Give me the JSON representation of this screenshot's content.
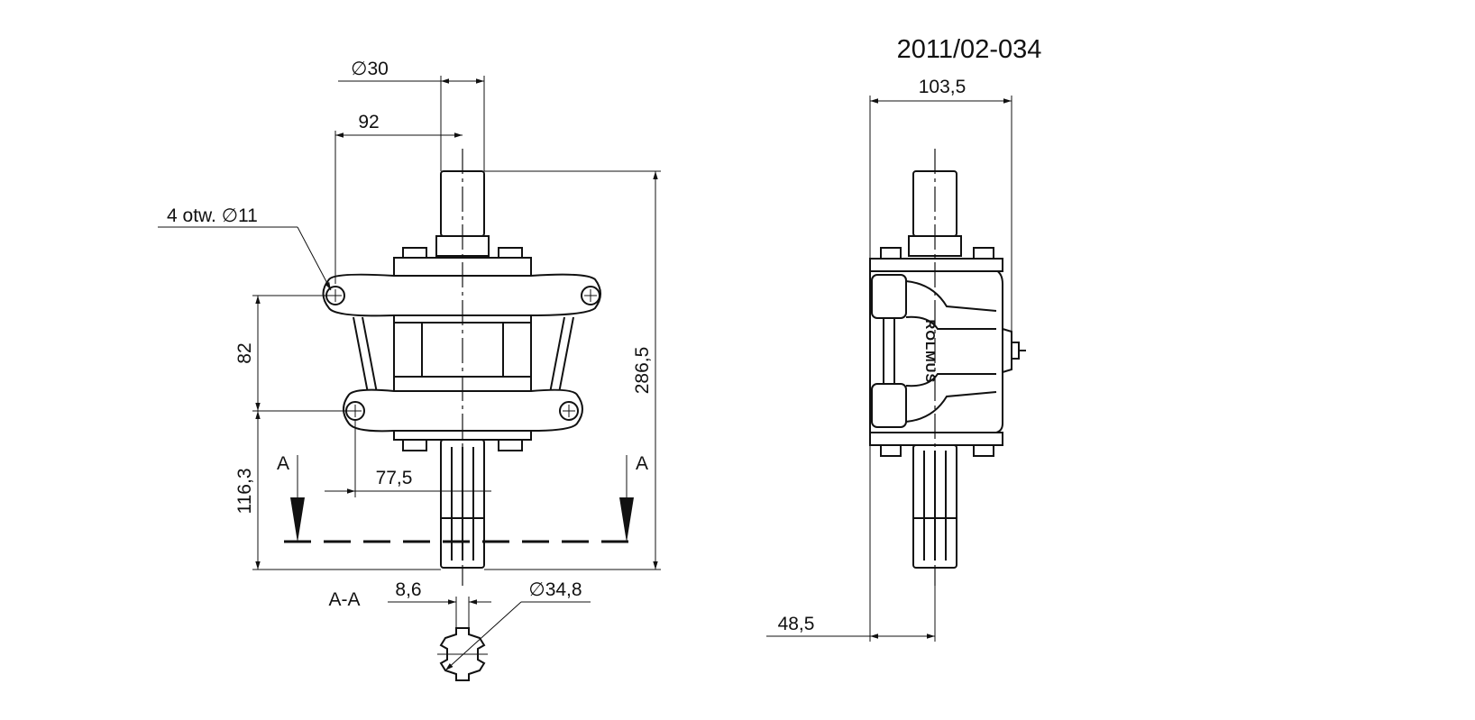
{
  "drawing": {
    "drawing_number": "2011/02-034",
    "brand_mark": "ROLMUS",
    "front_view": {
      "dim_shaft_diameter": "∅30",
      "dim_bolt_offset": "92",
      "dim_holes": "4 otw. ∅11",
      "dim_hole_spacing": "82",
      "dim_total_height": "286,5",
      "dim_lower_height": "116,3",
      "dim_lower_offset": "77,5",
      "section_mark_left": "A",
      "section_mark_right": "A"
    },
    "section_view": {
      "label": "A-A",
      "dim_key_width": "8,6",
      "dim_spline_diameter": "∅34,8"
    },
    "side_view": {
      "dim_width": "103,5",
      "dim_axis_offset": "48,5"
    }
  }
}
